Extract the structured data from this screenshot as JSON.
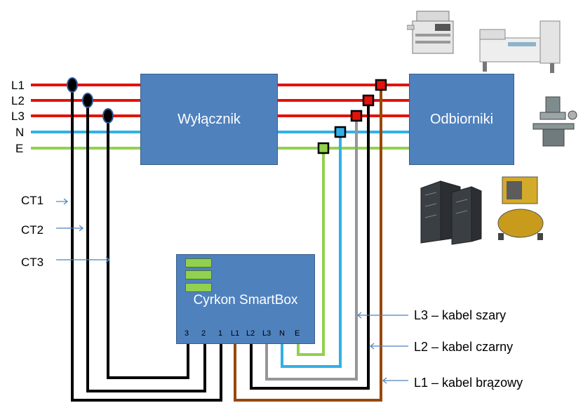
{
  "phases": {
    "l1": "L1",
    "l2": "L2",
    "l3": "L3",
    "n": "N",
    "e": "E"
  },
  "boxes": {
    "switch": "Wyłącznik",
    "loads": "Odbiorniki",
    "smartbox": "Cyrkon SmartBox"
  },
  "ct_labels": [
    "CT1",
    "CT2",
    "CT3"
  ],
  "terminals": [
    "3",
    "2",
    "1",
    "L1",
    "L2",
    "L3",
    "N",
    "E"
  ],
  "cable_labels": {
    "l3": "L3 – kabel szary",
    "l2": "L2 – kabel czarny",
    "l1": "L1 – kabel brązowy"
  },
  "colors": {
    "phase_line": "#e3120b",
    "neutral_line": "#31b0e6",
    "earth_line": "#92d050",
    "box": "#4f81bd",
    "gray_cable": "#969696",
    "brown_cable": "#984807",
    "black_cable": "#000000"
  },
  "icons": [
    "copier-icon",
    "printing-machine-icon",
    "milling-machine-icon",
    "server-rack-icon",
    "air-compressor-icon"
  ]
}
